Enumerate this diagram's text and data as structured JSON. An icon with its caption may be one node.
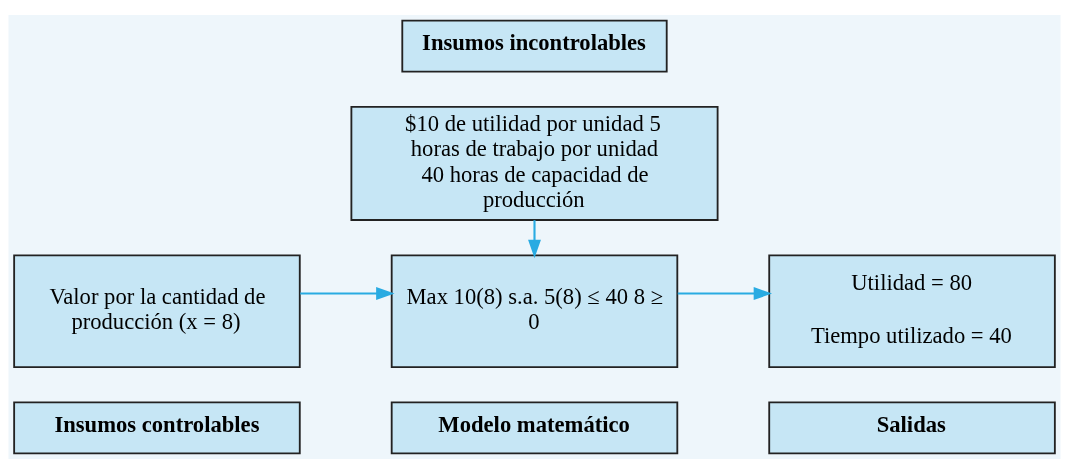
{
  "diagram": {
    "nodes": [
      {
        "text": [
          "Insumos incontrolables"
        ]
      },
      {
        "text": [
          "$10 de utilidad por unidad 5 horas de trabajo por unidad 40 horas de capacidad de producción"
        ]
      },
      {
        "text": [
          "Valor por la cantidad de producción (x = 8)"
        ]
      },
      {
        "text": [
          "Max 10(8) s.a. 5(8) ≤ 40 8 ≥ 0"
        ]
      },
      {
        "text": [
          "Utilidad = 80",
          "Tiempo utilizado = 40"
        ]
      },
      {
        "text": [
          "Insumos controlables"
        ]
      },
      {
        "text": [
          "Modelo matemático"
        ]
      },
      {
        "text": [
          "Salidas"
        ]
      }
    ],
    "edges": [
      {
        "from": 1,
        "to": 3,
        "arrow": "to"
      },
      {
        "from": 2,
        "to": 3,
        "arrow": "to"
      },
      {
        "from": 3,
        "to": 4,
        "arrow": "to"
      }
    ]
  }
}
